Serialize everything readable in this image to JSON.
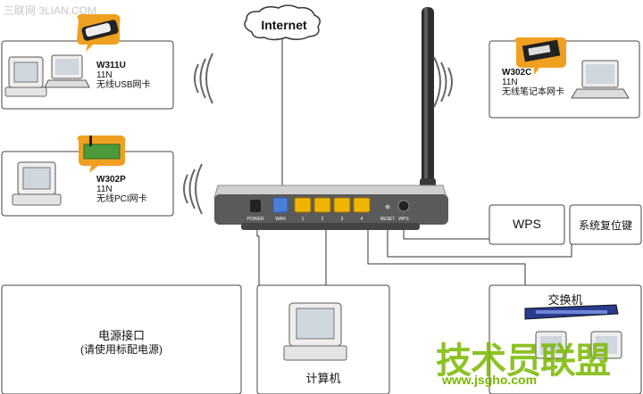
{
  "watermark": "三联网 3LIAN.COM",
  "cloud": {
    "label": "Internet"
  },
  "devices": {
    "usb": {
      "model": "W311U",
      "spec": "11N",
      "desc": "无线USB网卡"
    },
    "pci": {
      "model": "W302P",
      "spec": "11N",
      "desc": "无线PCI网卡"
    },
    "card": {
      "model": "W302C",
      "spec": "11N",
      "desc": "无线笔记本网卡"
    }
  },
  "router": {
    "ports": {
      "power": "POWER",
      "wan": "WAN",
      "lan": [
        "1",
        "2",
        "3",
        "4"
      ],
      "reset": "RESET",
      "wps": "WPS"
    }
  },
  "callouts": {
    "wps": "WPS",
    "reset": "系统复位键",
    "power_line1": "电源接口",
    "power_line2": "(请使用标配电源)",
    "computer": "计算机",
    "switch": "交换机"
  },
  "site_logo": {
    "text": "技术员联盟",
    "url": "www.jsgho.com"
  },
  "colors": {
    "wan_port": "#4a7fd8",
    "lan_port": "#f0b400",
    "router_body": "#5a5a5a",
    "logo": "#7ab800"
  }
}
